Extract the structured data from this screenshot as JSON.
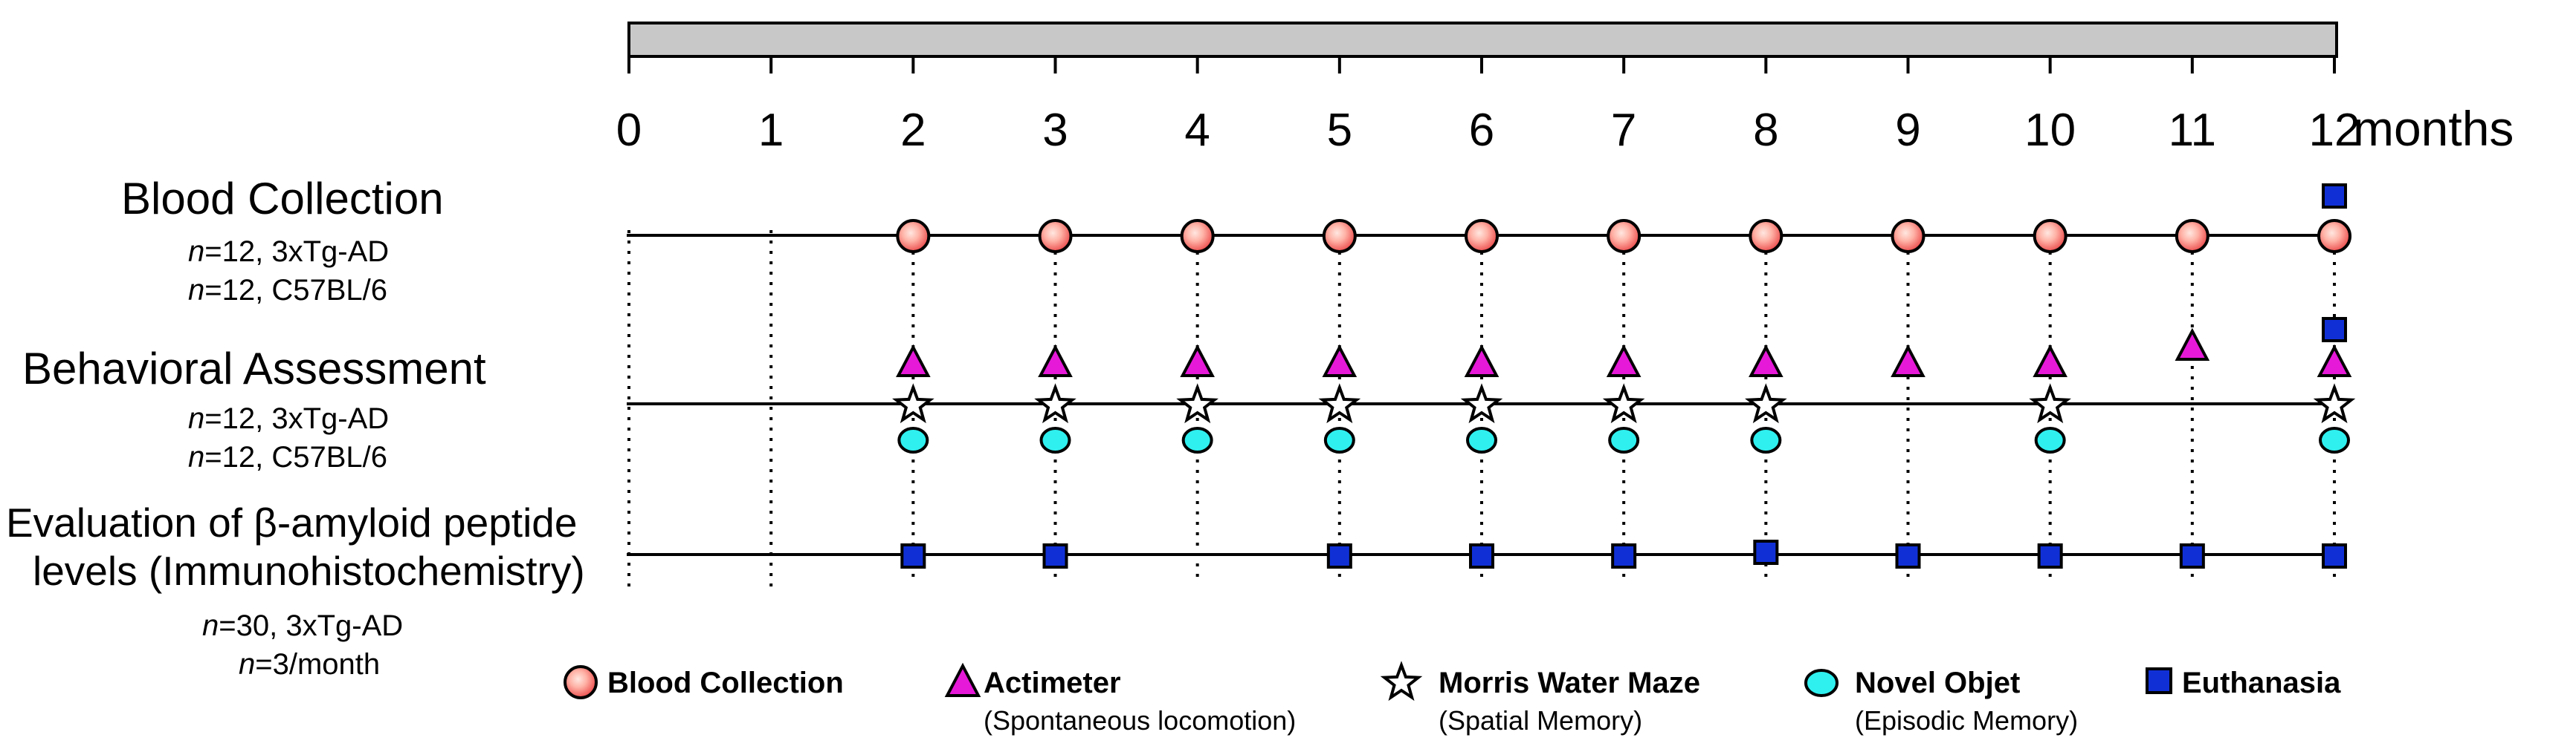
{
  "timeline": {
    "month_ticks": [
      "0",
      "1",
      "2",
      "3",
      "4",
      "5",
      "6",
      "7",
      "8",
      "9",
      "10",
      "11",
      "12"
    ],
    "unit_label": "months"
  },
  "rows": {
    "blood": {
      "title": "Blood Collection",
      "group1_n": "n",
      "group1_rest": "=12, 3xTg-AD",
      "group2_n": "n",
      "group2_rest": "=12, C57BL/6",
      "months": [
        2,
        3,
        4,
        5,
        6,
        7,
        8,
        9,
        10,
        11,
        12
      ]
    },
    "behavior": {
      "title": "Behavioral Assessment",
      "group1_n": "n",
      "group1_rest": "=12, 3xTg-AD",
      "group2_n": "n",
      "group2_rest": "=12, C57BL/6",
      "actimeter_months": [
        2,
        3,
        4,
        5,
        6,
        7,
        8,
        9,
        10,
        11,
        12
      ],
      "morris_months": [
        2,
        3,
        4,
        5,
        6,
        7,
        8,
        10,
        12
      ],
      "novel_object_months": [
        2,
        3,
        4,
        5,
        6,
        7,
        8,
        10,
        12
      ]
    },
    "amyloid": {
      "title_line1": "Evaluation of β-amyloid peptide",
      "title_line2": "levels (Immunohistochemistry)",
      "group1_n": "n",
      "group1_rest": "=30, 3xTg-AD",
      "group2_n": "n",
      "group2_rest": "=3/month",
      "months": [
        2,
        3,
        5,
        6,
        7,
        8,
        9,
        10,
        11,
        12
      ]
    },
    "euthanasia_extra_months": [
      12
    ]
  },
  "legend": {
    "blood": {
      "name": "Blood Collection",
      "sub": ""
    },
    "actimeter": {
      "name": "Actimeter",
      "sub": "(Spontaneous locomotion)"
    },
    "morris": {
      "name": "Morris Water Maze",
      "sub": "(Spatial Memory)"
    },
    "novel": {
      "name": "Novel Objet",
      "sub": "(Episodic Memory)"
    },
    "euthanasia": {
      "name": "Euthanasia",
      "sub": ""
    }
  },
  "colors": {
    "blood_center": "#ffd9d0",
    "blood_edge": "#f06060",
    "actimeter": "#e619d8",
    "novel": "#2ff0ef",
    "euthanasia": "#1030d6",
    "bar": "#c8c8c8"
  }
}
